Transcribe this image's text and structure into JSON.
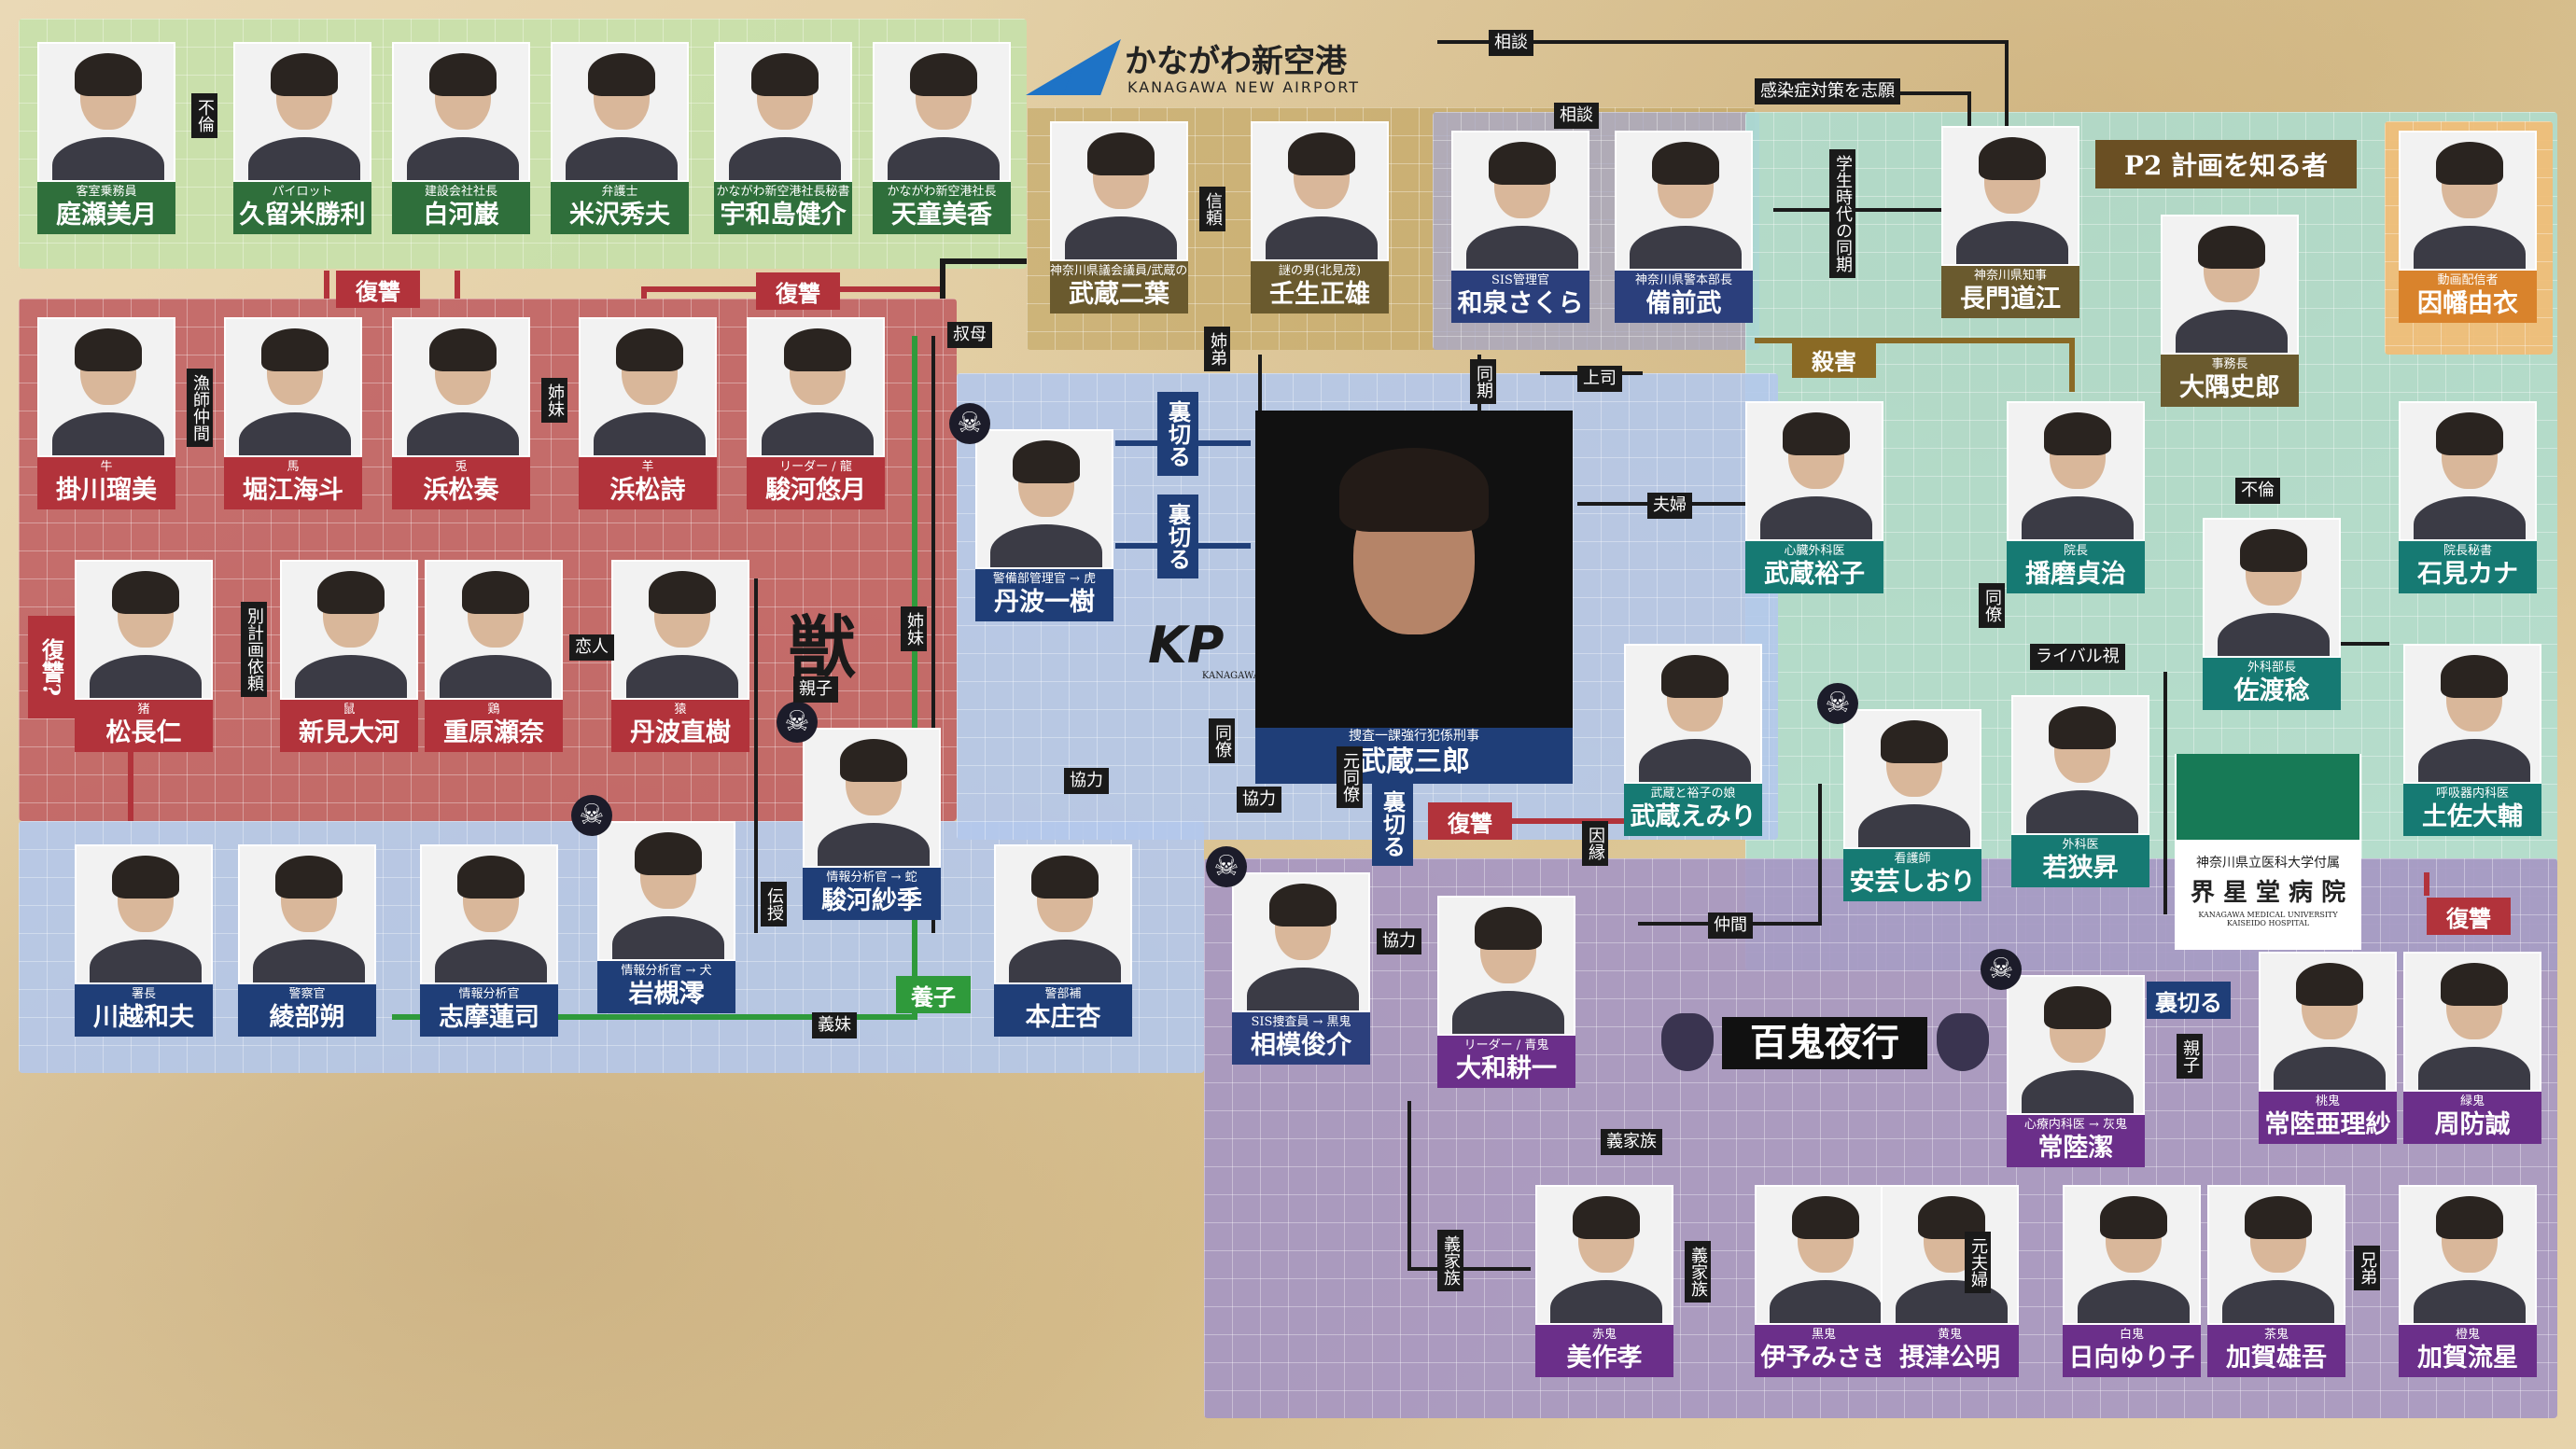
{
  "title_airport": {
    "jp": "かながわ新空港",
    "en": "KANAGAWA NEW AIRPORT"
  },
  "group_labels": {
    "beast": "獣",
    "oni": "百鬼夜行",
    "p2": "P2 計画を知る者",
    "kp": "KP",
    "kp_sub": "KANAGAWA",
    "hospital": {
      "line1": "神奈川県立医科大学付属",
      "line2": "界 星 堂 病 院",
      "line3": "KANAGAWA MEDICAL UNIVERSITY KAISEIDO HOSPITAL"
    }
  },
  "center": {
    "role": "捜査一課強行犯係刑事",
    "name": "武蔵三郎"
  },
  "people": {
    "niwase": {
      "role": "客室乗務員",
      "name": "庭瀬美月"
    },
    "kurume": {
      "role": "パイロット",
      "name": "久留米勝利"
    },
    "shirakawa": {
      "role": "建設会社社長",
      "name": "白河巌"
    },
    "yonezawa": {
      "role": "弁護士",
      "name": "米沢秀夫"
    },
    "uwajima": {
      "role": "かながわ新空港社長秘書",
      "name": "宇和島健介"
    },
    "tendo": {
      "role": "かながわ新空港社長",
      "name": "天童美香"
    },
    "futaba": {
      "role": "神奈川県議会議員/武蔵の姉",
      "name": "武蔵二葉"
    },
    "mibu": {
      "role": "謎の男(北見茂)",
      "name": "壬生正雄"
    },
    "wazumi": {
      "role": "SIS管理官",
      "name": "和泉さくら"
    },
    "bizen": {
      "role": "神奈川県警本部長",
      "name": "備前武"
    },
    "nagato": {
      "role": "神奈川県知事",
      "name": "長門道江"
    },
    "osumi": {
      "role": "事務長",
      "name": "大隅史郎"
    },
    "inaba": {
      "role": "動画配信者",
      "name": "因幡由衣"
    },
    "kakegawa": {
      "role": "牛",
      "name": "掛川瑠美"
    },
    "horie": {
      "role": "馬",
      "name": "堀江海斗"
    },
    "hamamatsu_kanade": {
      "role": "兎",
      "name": "浜松奏"
    },
    "hamamatsu_uta": {
      "role": "羊",
      "name": "浜松詩"
    },
    "suruga_yuzuki": {
      "role": "リーダー / 龍",
      "name": "駿河悠月"
    },
    "matsunaga": {
      "role": "猪",
      "name": "松長仁"
    },
    "niimi": {
      "role": "鼠",
      "name": "新見大河"
    },
    "shigehara": {
      "role": "鶏",
      "name": "重原瀬奈"
    },
    "tanba_naoki": {
      "role": "猿",
      "name": "丹波直樹"
    },
    "tanba_kazuki": {
      "role": "警備部管理官 → 虎",
      "name": "丹波一樹"
    },
    "suruga_saki": {
      "role": "情報分析官 → 蛇",
      "name": "駿河紗季"
    },
    "kawagoe": {
      "role": "署長",
      "name": "川越和夫"
    },
    "ayabe": {
      "role": "警察官",
      "name": "綾部朔"
    },
    "shima": {
      "role": "情報分析官",
      "name": "志摩蓮司"
    },
    "iwatsuki": {
      "role": "情報分析官 → 犬",
      "name": "岩槻澪"
    },
    "honjo": {
      "role": "警部補",
      "name": "本庄杏"
    },
    "sagami": {
      "role": "SIS捜査員 → 黒鬼",
      "name": "相模俊介"
    },
    "yamato": {
      "role": "リーダー / 青鬼",
      "name": "大和耕一"
    },
    "hiroko": {
      "role": "心臓外科医",
      "name": "武蔵裕子"
    },
    "emiri": {
      "role": "武蔵と裕子の娘",
      "name": "武蔵えみり"
    },
    "harima": {
      "role": "院長",
      "name": "播磨貞治"
    },
    "iwami": {
      "role": "院長秘書",
      "name": "石見カナ"
    },
    "sado": {
      "role": "外科部長",
      "name": "佐渡稔"
    },
    "aki": {
      "role": "看護師",
      "name": "安芸しおり"
    },
    "wakasa": {
      "role": "外科医",
      "name": "若狭昇"
    },
    "tosa": {
      "role": "呼吸器内科医",
      "name": "土佐大輔"
    },
    "hitachi_kiyoshi": {
      "role": "心療内科医 → 灰鬼",
      "name": "常陸潔"
    },
    "hitachi_arisa": {
      "role": "桃鬼",
      "name": "常陸亜理紗"
    },
    "suo": {
      "role": "緑鬼",
      "name": "周防誠"
    },
    "mimasaka": {
      "role": "赤鬼",
      "name": "美作孝"
    },
    "iyo": {
      "role": "黒鬼",
      "name": "伊予みさき"
    },
    "settsu": {
      "role": "黄鬼",
      "name": "摂津公明"
    },
    "hyuga": {
      "role": "白鬼",
      "name": "日向ゆり子"
    },
    "kaga_yugo": {
      "role": "茶鬼",
      "name": "加賀雄吾"
    },
    "kaga_ryusei": {
      "role": "橙鬼",
      "name": "加賀流星"
    }
  },
  "relations": {
    "furin": "不倫",
    "fukushu": "復讐",
    "shukubo": "叔母",
    "shinrai": "信頼",
    "soudan": "相談",
    "kansen": "感染症対策を志願",
    "gakusei": "学生時代の同期",
    "satsugai": "殺害",
    "shimai": "姉妹",
    "ryoshi": "漁師仲間",
    "koibito": "恋人",
    "betsu": "別計画依頼",
    "fukushu_q": "復讐?",
    "oyako": "親子",
    "kiri": "裏切る",
    "shitei": "姉弟",
    "doki": "同期",
    "joshi": "上司",
    "fufu": "夫婦",
    "kyoryoku": "協力",
    "doryo": "同僚",
    "motodoryo": "元同僚",
    "innen": "因縁",
    "denju": "伝授",
    "yoshi": "養子",
    "gimai": "義妹",
    "nakama": "仲間",
    "rival": "ライバル視",
    "gikazoku": "義家族",
    "motofufu": "元夫婦",
    "kyodai": "兄弟"
  },
  "colors": {
    "beast": "#b2333b",
    "police": "#1f3e78",
    "hospital": "#167a73",
    "oni": "#6b2f8a",
    "airport": "#2f6f3b"
  }
}
